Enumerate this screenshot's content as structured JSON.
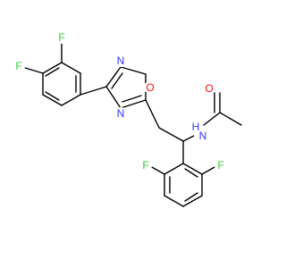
{
  "molecule": {
    "colors": {
      "bond": "#000000",
      "carbon": "#000000",
      "nitrogen": "#3333ff",
      "oxygen": "#ff0d0d",
      "fluorine": "#33cc33",
      "background": "#ffffff"
    },
    "atom_labels": {
      "fluorine_top": "F",
      "fluorine_left": "F",
      "oxadiazole_nitrogen_top": "N",
      "oxadiazole_oxygen": "O",
      "oxadiazole_nitrogen_bottom": "N",
      "amide_oxygen": "O",
      "amide_nitrogen": "N",
      "amide_hydrogen": "H",
      "fluorine_lower_left": "F",
      "fluorine_lower_right": "F"
    }
  }
}
